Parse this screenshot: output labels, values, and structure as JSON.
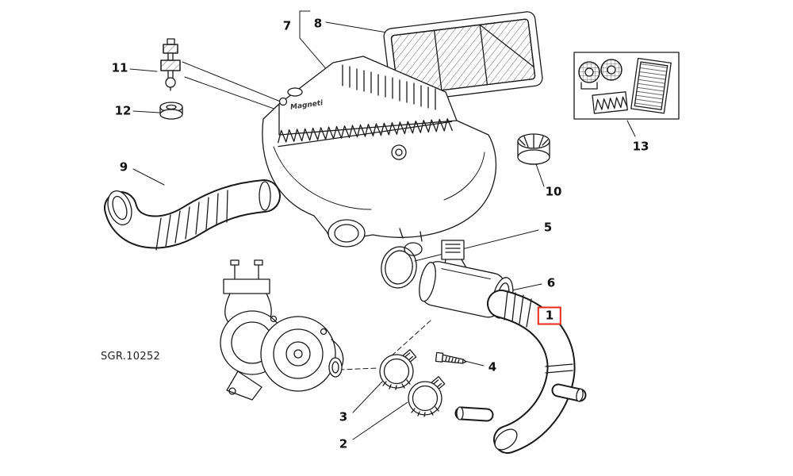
{
  "diagram": {
    "type": "exploded-parts-diagram",
    "reference_code": "SGR.10252",
    "brand_text": "Magneti",
    "highlight_color": "#e8291c",
    "line_color": "#1a1a1a",
    "background_color": "#ffffff",
    "part_labels": [
      {
        "text": "1",
        "highlighted": true,
        "part": "air-intake-hose"
      },
      {
        "text": "2",
        "highlighted": false,
        "part": "hose-clamp-lower"
      },
      {
        "text": "3",
        "highlighted": false,
        "part": "hose-clamp-upper"
      },
      {
        "text": "4",
        "highlighted": false,
        "part": "bolt"
      },
      {
        "text": "5",
        "highlighted": false,
        "part": "o-ring-seal"
      },
      {
        "text": "6",
        "highlighted": false,
        "part": "air-flow-meter"
      },
      {
        "text": "7",
        "highlighted": false,
        "part": "air-cleaner-assembly"
      },
      {
        "text": "8",
        "highlighted": false,
        "part": "air-filter-element"
      },
      {
        "text": "9",
        "highlighted": false,
        "part": "air-intake-duct"
      },
      {
        "text": "10",
        "highlighted": false,
        "part": "small-filter-element"
      },
      {
        "text": "11",
        "highlighted": false,
        "part": "breather-valve"
      },
      {
        "text": "12",
        "highlighted": false,
        "part": "grommet"
      },
      {
        "text": "13",
        "highlighted": false,
        "part": "filter-service-kit"
      }
    ]
  }
}
